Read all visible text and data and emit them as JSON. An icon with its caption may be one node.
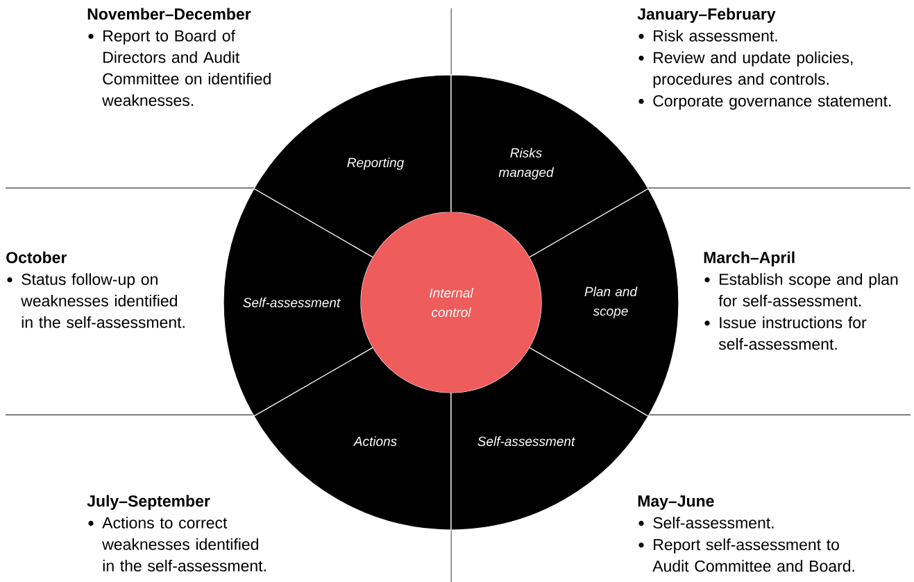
{
  "diagram": {
    "nodes": [
      {
        "text": [
          "Reporting"
        ]
      },
      {
        "text": [
          "Risks managed"
        ]
      },
      {
        "text": [
          "Self-assessment"
        ]
      },
      {
        "text": [
          "Internal control"
        ]
      },
      {
        "text": [
          "Plan and scope"
        ]
      },
      {
        "text": [
          "Actions"
        ]
      },
      {
        "text": [
          "Self-assessment"
        ]
      }
    ],
    "labels": [
      "November–December",
      "Report to Board of Directors and Audit Committee on identified weaknesses.",
      "January–February",
      "Risk assessment.",
      "Review and update policies, procedures and controls.",
      "Corporate governance statement.",
      "October",
      "Status follow-up on weaknesses identified in the self-assessment.",
      "March–April",
      "Establish scope and plan for self-assessment.",
      "Issue instructions for self-assessment.",
      "July–September",
      "Actions to correct weaknesses identified in the self-assessment.",
      "May–June",
      "Self-assessment.",
      "Report self-assessment to Audit Committee and Board."
    ]
  }
}
